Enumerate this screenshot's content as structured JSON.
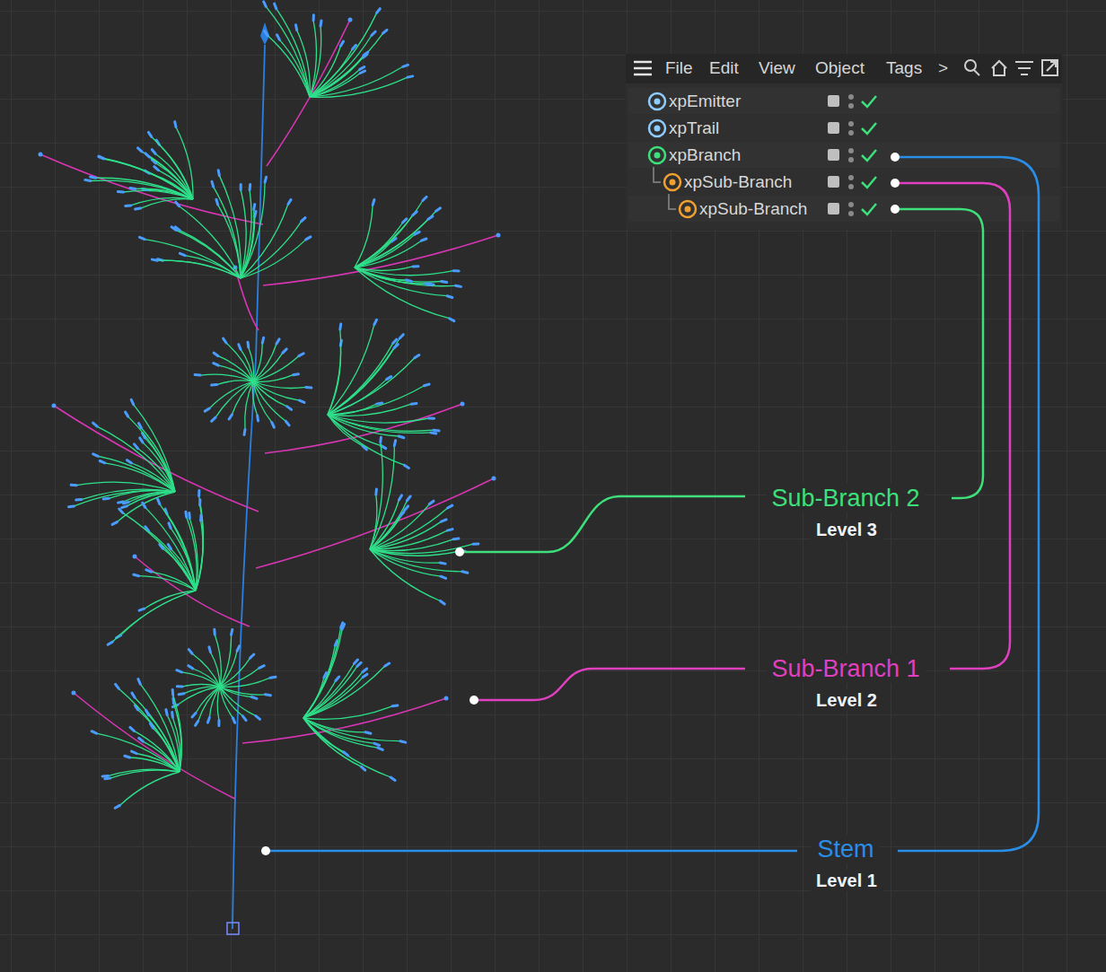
{
  "diagram": {
    "nodes": [
      {
        "text": [
          "xpEmitter"
        ]
      },
      {
        "text": [
          "xpTrail"
        ]
      },
      {
        "text": [
          "xpBranch"
        ]
      },
      {
        "text": [
          "xpSub-Branch"
        ]
      },
      {
        "text": [
          "xpSub-Branch"
        ]
      }
    ],
    "edges": [
      {
        "from": 2,
        "to": 3,
        "arrow": "none"
      },
      {
        "from": 3,
        "to": 4,
        "arrow": "none"
      }
    ],
    "labels": [
      "File",
      "Edit",
      "View",
      "Object",
      "Tags",
      ">",
      "Sub-Branch 2",
      "Level 3",
      "Sub-Branch 1",
      "Level 2",
      "Stem",
      "Level 1"
    ]
  }
}
